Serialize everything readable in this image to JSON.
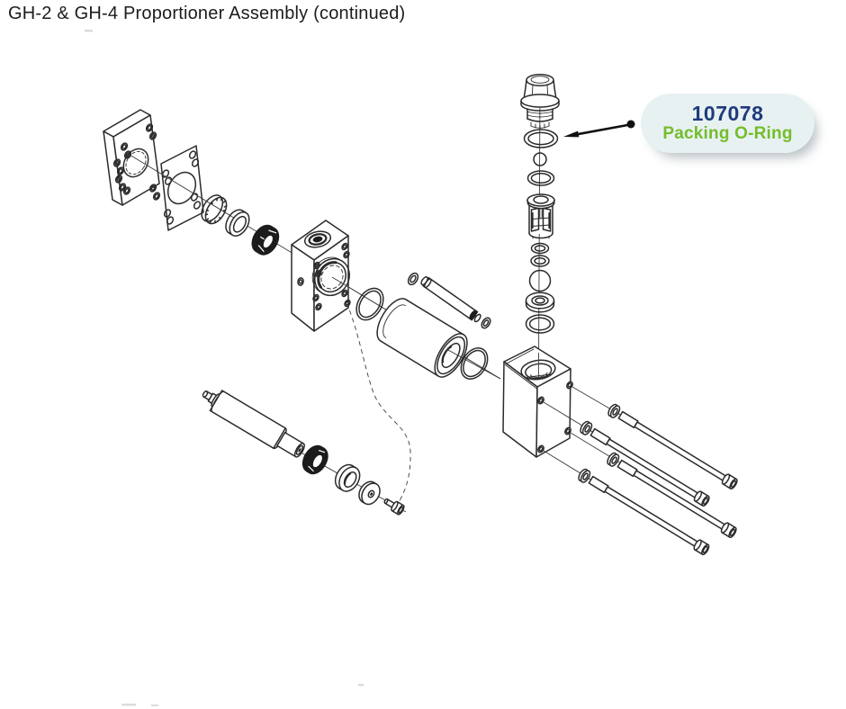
{
  "page": {
    "title": "GH-2 & GH-4 Proportioner Assembly (continued)"
  },
  "callout": {
    "part_number": "107078",
    "part_name": "Packing O-Ring",
    "colors": {
      "bubble_background": "#e8f1f2",
      "part_number_text": "#1f3b7c",
      "part_name_text": "#74bd2b",
      "arrow": "#111111"
    }
  },
  "diagram": {
    "stroke_color": "#2b2b2b"
  }
}
